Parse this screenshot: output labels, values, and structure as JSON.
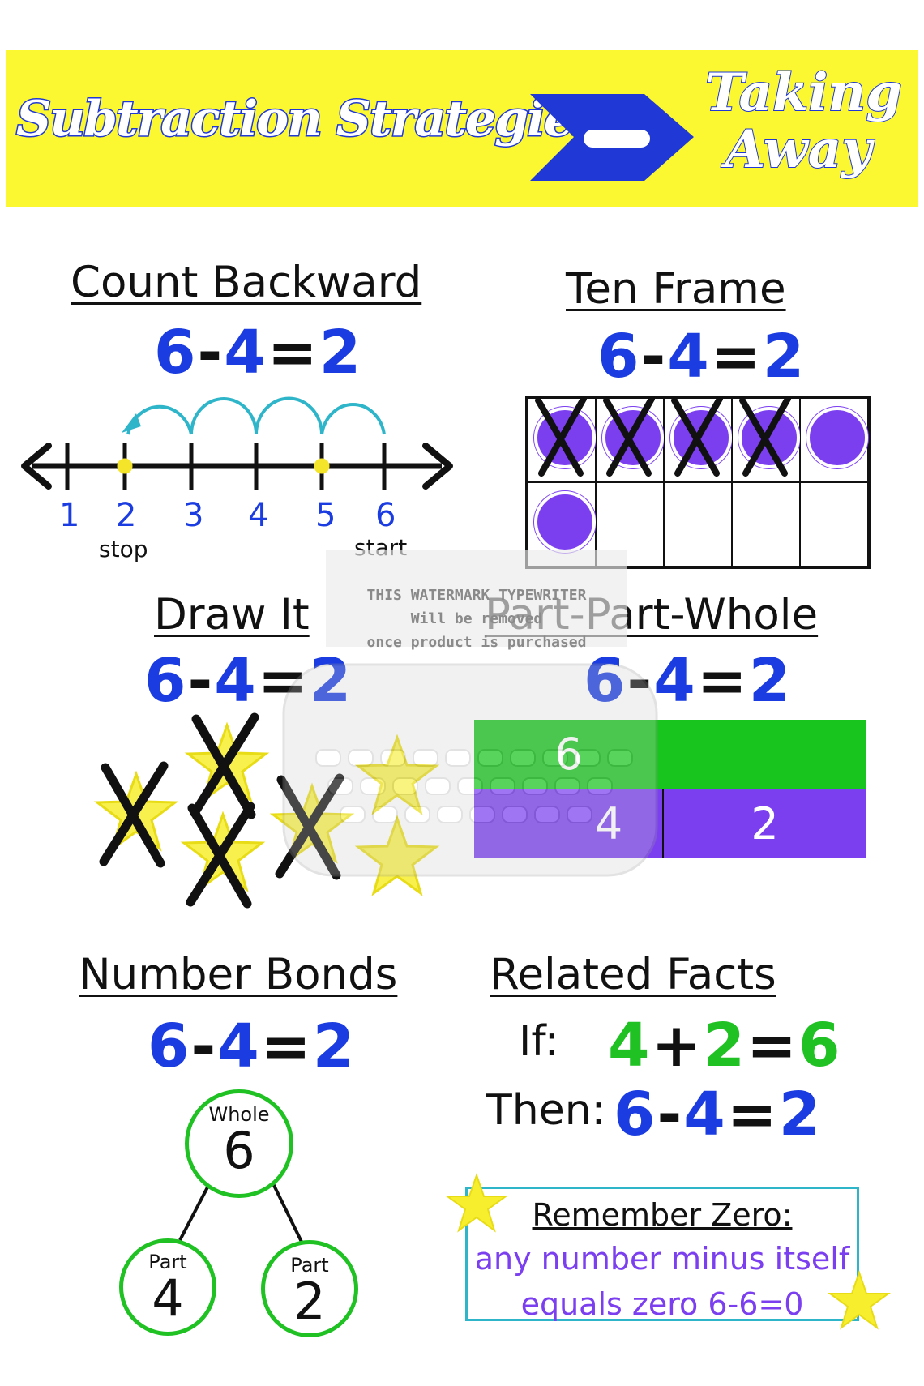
{
  "banner": {
    "title": "Subtraction Strategies",
    "side_line1": "Taking",
    "side_line2": "Away"
  },
  "count_backward": {
    "heading": "Count Backward",
    "eq": {
      "a": "6",
      "op": "-",
      "b": "4",
      "eqsign": "=",
      "c": "2"
    },
    "labels": [
      "1",
      "2",
      "3",
      "4",
      "5",
      "6"
    ],
    "stop_label": "stop",
    "start_label": "start"
  },
  "ten_frame": {
    "heading": "Ten Frame",
    "eq": {
      "a": "6",
      "op": "-",
      "b": "4",
      "eqsign": "=",
      "c": "2"
    },
    "filled": 6,
    "crossed": 4
  },
  "draw_it": {
    "heading": "Draw It",
    "eq": {
      "a": "6",
      "op": "-",
      "b": "4",
      "eqsign": "=",
      "c": "2"
    }
  },
  "part_part_whole": {
    "heading": "Part-Part-Whole",
    "eq": {
      "a": "6",
      "op": "-",
      "b": "4",
      "eqsign": "=",
      "c": "2"
    },
    "whole": "6",
    "part1": "4",
    "part2": "2"
  },
  "number_bonds": {
    "heading": "Number Bonds",
    "eq": {
      "a": "6",
      "op": "-",
      "b": "4",
      "eqsign": "=",
      "c": "2"
    },
    "whole_label": "Whole",
    "whole_value": "6",
    "part_label": "Part",
    "part1_value": "4",
    "part2_value": "2"
  },
  "related_facts": {
    "heading": "Related Facts",
    "if_label": "If:",
    "if_eq": {
      "a": "4",
      "op": "+",
      "b": "2",
      "eqsign": "=",
      "c": "6"
    },
    "then_label": "Then:",
    "then_eq": {
      "a": "6",
      "op": "-",
      "b": "4",
      "eqsign": "=",
      "c": "2"
    }
  },
  "remember_zero": {
    "title": "Remember Zero:",
    "line1": "any number minus itself",
    "line2": "equals zero 6-6=0"
  },
  "watermark": {
    "line1": "THIS WATERMARK TYPEWRITER",
    "line2": "Will be removed",
    "line3": "once product is purchased"
  },
  "colors": {
    "banner": "#fbf730",
    "blue": "#1a3ce0",
    "green": "#1fc123",
    "purple": "#7b3ff0",
    "teal": "#2eb5c9"
  }
}
